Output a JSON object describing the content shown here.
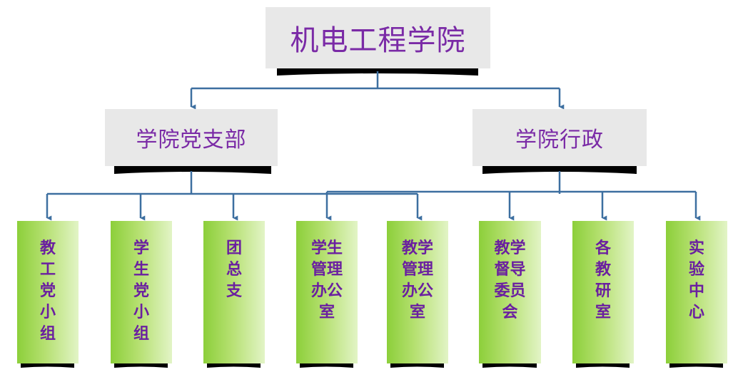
{
  "root": {
    "label": "机电工程学院"
  },
  "branches": [
    {
      "label": "学院党支部"
    },
    {
      "label": "学院行政"
    }
  ],
  "leaves": [
    {
      "label": "教\n工\n党\n小\n组"
    },
    {
      "label": "学\n生\n党\n小\n组"
    },
    {
      "label": "团\n总\n支"
    },
    {
      "label": "学生\n管理\n办公\n室"
    },
    {
      "label": "教学\n管理\n办公\n室"
    },
    {
      "label": "教学\n督导\n委员\n会"
    },
    {
      "label": "各\n教\n研\n室"
    },
    {
      "label": "实\n验\n中\n心"
    }
  ],
  "colors": {
    "connector": "#3d6fa0",
    "text": "#7a2aa6",
    "box_gray": "#e8e8e8",
    "leaf_green": "#8ccf3a"
  }
}
